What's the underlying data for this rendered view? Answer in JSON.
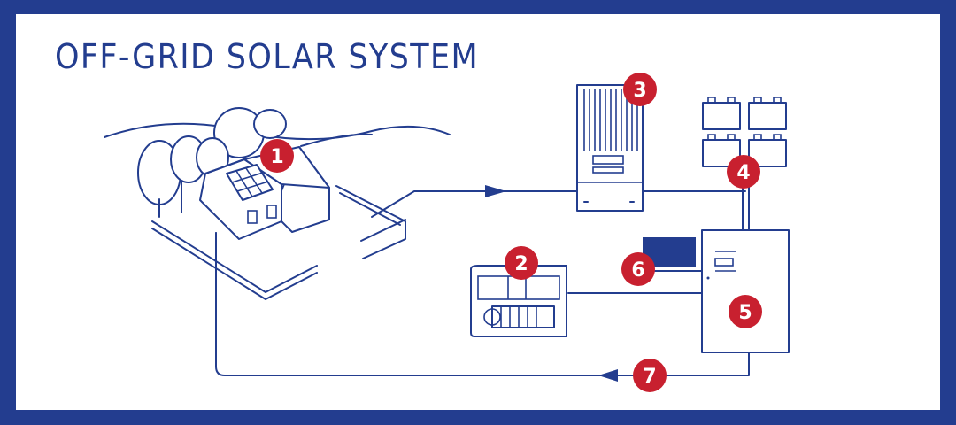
{
  "title": "OFF-GRID SOLAR SYSTEM",
  "colors": {
    "frame": "#233d8f",
    "line": "#233d8f",
    "badge": "#c8202f",
    "background": "#ffffff"
  },
  "components": [
    {
      "id": "house-with-solar-panels",
      "badge": "1"
    },
    {
      "id": "generator",
      "badge": "2"
    },
    {
      "id": "charge-controller",
      "badge": "3"
    },
    {
      "id": "battery-bank",
      "badge": "4"
    },
    {
      "id": "inverter",
      "badge": "5"
    },
    {
      "id": "display-module",
      "badge": "6"
    },
    {
      "id": "ac-return-line",
      "badge": "7"
    }
  ]
}
